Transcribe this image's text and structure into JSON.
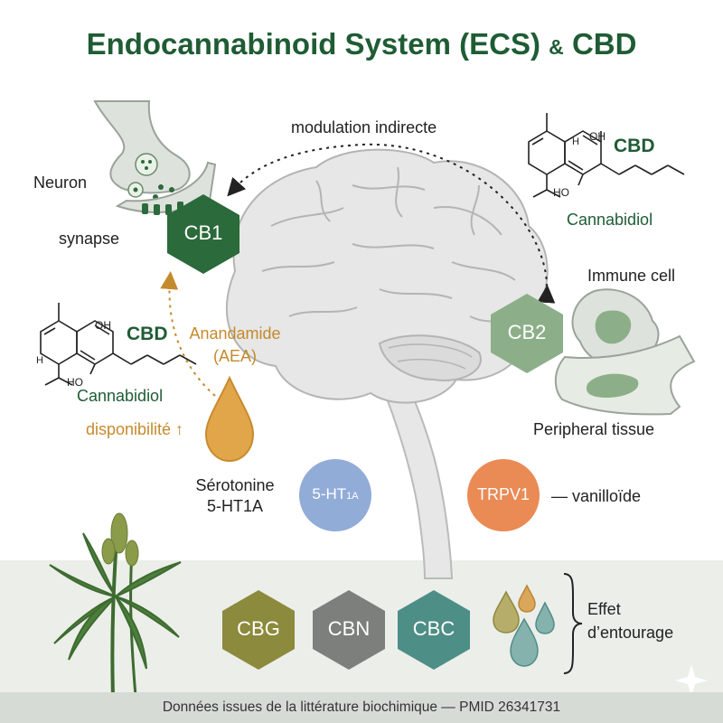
{
  "title": {
    "main": "Endocannabinoid System (ECS)",
    "amp": "&",
    "end": "CBD"
  },
  "labels": {
    "modulation": "modulation indirecte",
    "neuron": "Neuron",
    "synapse": "synapse",
    "anandamide_line1": "Anandamide",
    "anandamide_line2": "(AEA)",
    "disponibilite": "disponibilité ↑",
    "immune_cell": "Immune cell",
    "peripheral_tissue": "Peripheral tissue",
    "serotonine_line1": "Sérotonine",
    "serotonine_line2": "5-HT1A",
    "vanilloide": "— vanilloïde",
    "entourage_line1": "Effet",
    "entourage_line2": "d’entourage"
  },
  "molecules": {
    "right": {
      "name": "CBD",
      "subtitle": "Cannabidiol",
      "oh": "OH",
      "ho": "HO",
      "h": "H"
    },
    "left": {
      "name": "CBD",
      "subtitle": "Cannabidiol",
      "oh": "OH",
      "ho": "HO",
      "h": "H"
    }
  },
  "receptors": {
    "cb1": "CB1",
    "cb2": "CB2",
    "ht1a_main": "5-HT",
    "ht1a_sub": "1A",
    "trpv1": "TRPV1"
  },
  "cannabinoids": [
    "CBG",
    "CBN",
    "CBC"
  ],
  "footer": "Données issues de la littérature biochimique — PMID 26341731",
  "colors": {
    "dark_green": "#2b6a3a",
    "sage_green": "#8caf8a",
    "amber": "#e2a64a",
    "blue": "#92acd8",
    "orange": "#ea8a55",
    "olive": "#8c8a3c",
    "gray": "#7d7f7d",
    "teal": "#4d8e86"
  }
}
